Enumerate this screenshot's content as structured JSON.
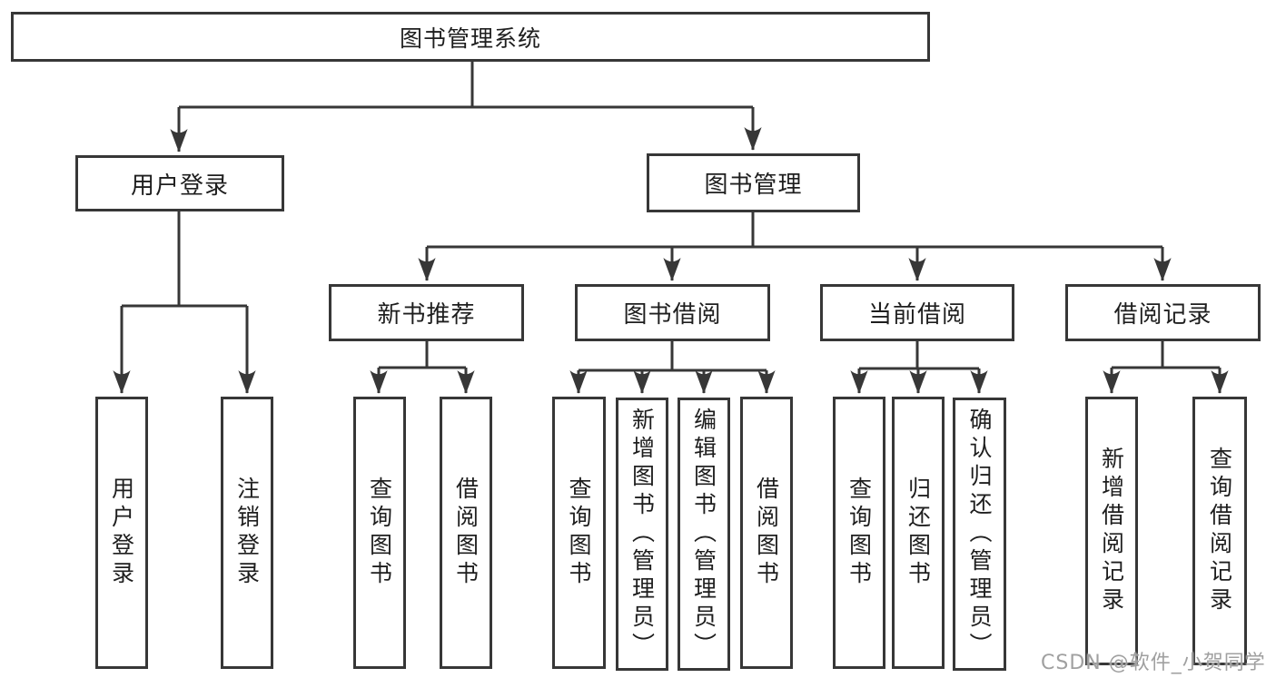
{
  "tree": {
    "root": "图书管理系统",
    "user_login": {
      "label": "用户登录",
      "children": {
        "login": "用户登录",
        "logout": "注销登录"
      }
    },
    "book_mgmt": {
      "label": "图书管理",
      "modules": {
        "new_book_rec": {
          "label": "新书推荐",
          "children": {
            "query_book": "查询图书",
            "borrow_book": "借阅图书"
          }
        },
        "book_borrow": {
          "label": "图书借阅",
          "children": {
            "query_book": "查询图书",
            "add_book": "新增图书（管理员）",
            "edit_book": "编辑图书（管理员）",
            "borrow_book": "借阅图书"
          }
        },
        "current_borrow": {
          "label": "当前借阅",
          "children": {
            "query_book": "查询图书",
            "return_book": "归还图书",
            "confirm_return": "确认归还（管理员）"
          }
        },
        "borrow_record": {
          "label": "借阅记录",
          "children": {
            "add_record": "新增借阅记录",
            "query_record": "查询借阅记录"
          }
        }
      }
    }
  },
  "watermark": "CSDN @软件_小贺同学",
  "colors": {
    "line": "#373737",
    "text": "#1e1e1e",
    "watermark": "#a0a0a0",
    "background": "#ffffff"
  }
}
